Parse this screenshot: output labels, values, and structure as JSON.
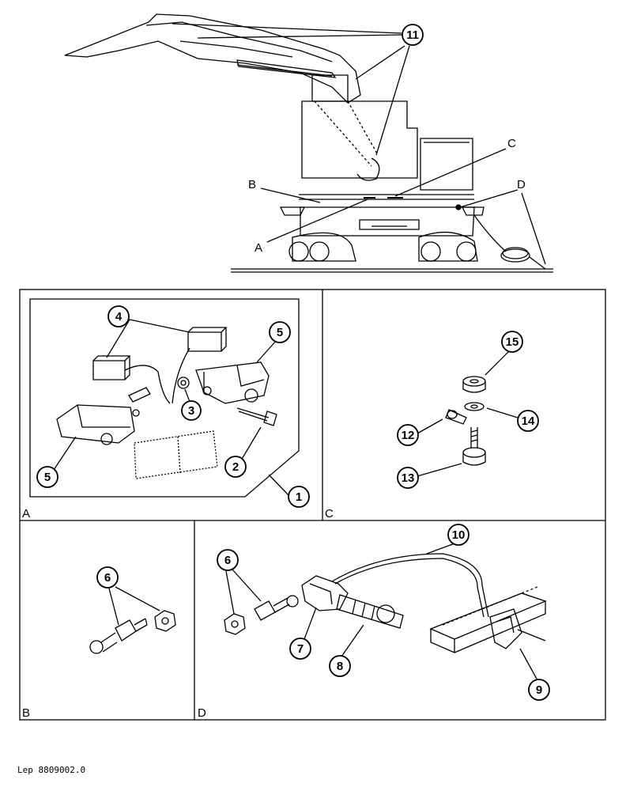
{
  "overview": {
    "view_letters": [
      "A",
      "B",
      "C",
      "D"
    ],
    "callout": "11"
  },
  "panels": {
    "A": {
      "letter": "A",
      "callouts": [
        "1",
        "2",
        "3",
        "4",
        "5",
        "5"
      ]
    },
    "B": {
      "letter": "B",
      "callouts": [
        "6"
      ]
    },
    "C": {
      "letter": "C",
      "callouts": [
        "12",
        "13",
        "14",
        "15"
      ]
    },
    "D": {
      "letter": "D",
      "callouts": [
        "6",
        "7",
        "8",
        "9",
        "10"
      ]
    }
  },
  "footer": {
    "reference": "Lep 8809002.0"
  }
}
